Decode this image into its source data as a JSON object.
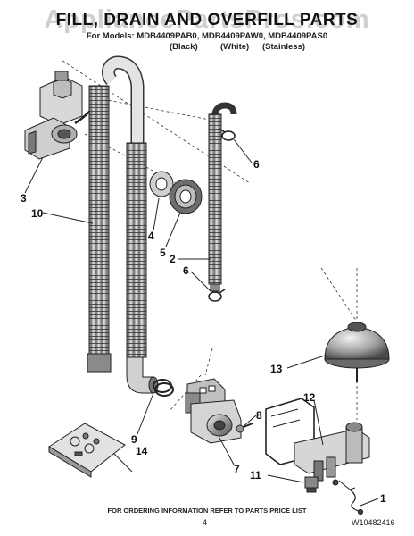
{
  "header": {
    "watermark": "AppliancePartsPros.com",
    "title": "FILL, DRAIN AND OVERFILL PARTS",
    "models_line": "For Models: MDB4409PAB0, MDB4409PAW0, MDB4409PAS0",
    "finishes": [
      "(Black)",
      "(White)",
      "(Stainless)"
    ]
  },
  "callouts": [
    "1",
    "2",
    "3",
    "4",
    "5",
    "6",
    "6",
    "7",
    "8",
    "9",
    "10",
    "11",
    "12",
    "13",
    "14"
  ],
  "footer": {
    "ordering_note": "FOR ORDERING INFORMATION REFER TO PARTS PRICE LIST",
    "page_number": "4",
    "document_number": "W10482416"
  },
  "colors": {
    "line": "#222222",
    "part_fill": "#9a9a9a",
    "part_light": "#d0d0d0",
    "watermark": "#8c8c8c"
  }
}
